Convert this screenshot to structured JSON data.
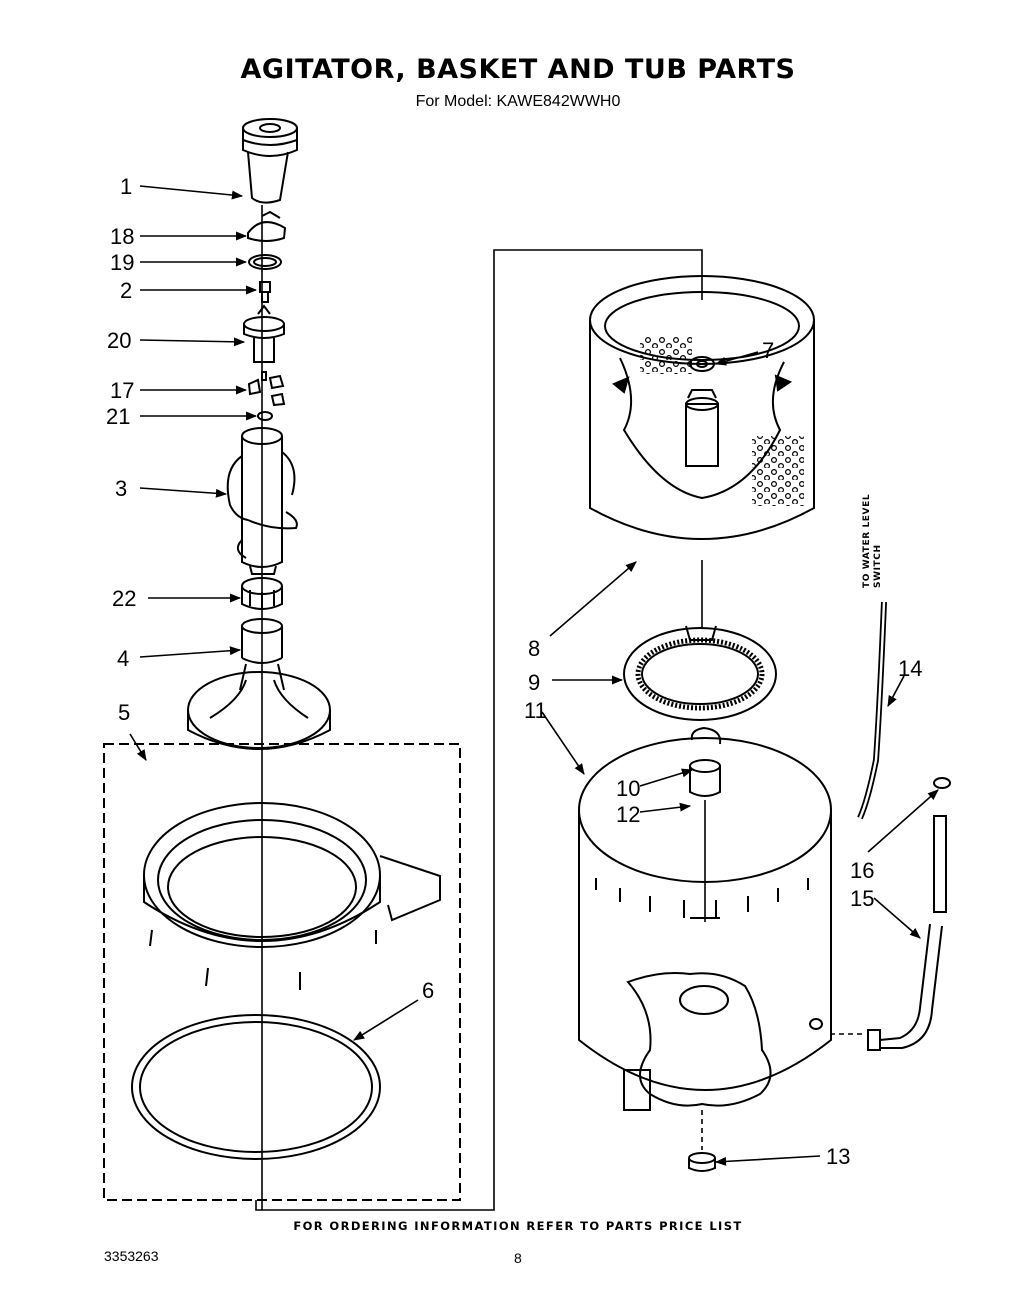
{
  "header": {
    "title": "AGITATOR, BASKET AND TUB PARTS",
    "subtitle": "For Model: KAWE842WWH0"
  },
  "side_note": "TO WATER LEVEL SWITCH",
  "callouts": [
    "1",
    "18",
    "19",
    "2",
    "20",
    "17",
    "21",
    "3",
    "22",
    "4",
    "5",
    "6",
    "7",
    "8",
    "9",
    "11",
    "10",
    "12",
    "13",
    "14",
    "16",
    "15"
  ],
  "footer": {
    "ordering_note": "FOR ORDERING INFORMATION REFER TO PARTS PRICE LIST",
    "document_number": "3353263",
    "page_number": "8"
  }
}
